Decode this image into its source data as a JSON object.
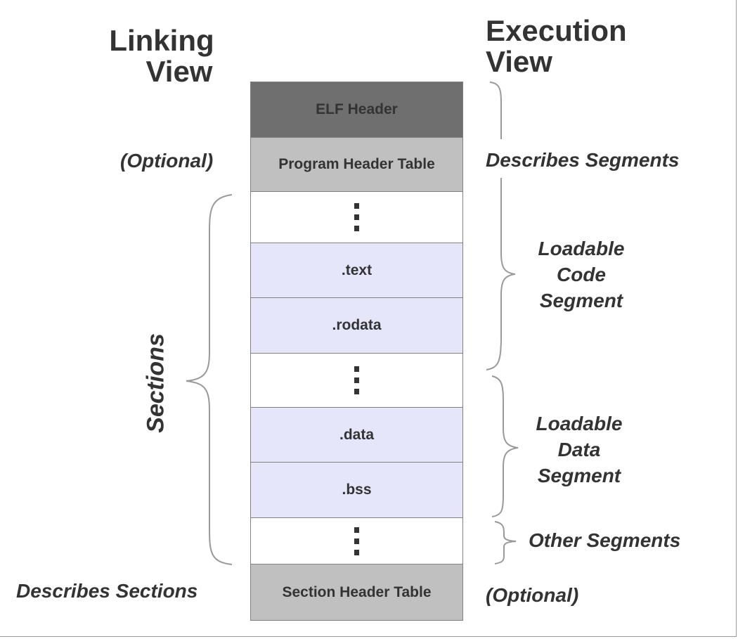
{
  "linking_view": {
    "title_line1": "Linking",
    "title_line2": "View",
    "optional_label": "(Optional)",
    "sections_label": "Sections",
    "describes_label": "Describes Sections"
  },
  "execution_view": {
    "title_line1": "Execution",
    "title_line2": "View",
    "describes_label": "Describes Segments",
    "code_segment": [
      "Loadable",
      "Code",
      "Segment"
    ],
    "data_segment": [
      "Loadable",
      "Data",
      "Segment"
    ],
    "other_segments": "Other Segments",
    "optional_label": "(Optional)"
  },
  "blocks": {
    "elf_header": "ELF Header",
    "program_header_table": "Program Header Table",
    "text": ".text",
    "rodata": ".rodata",
    "data": ".data",
    "bss": ".bss",
    "section_header_table": "Section Header Table"
  },
  "colors": {
    "elf_header": "#6f6f6f",
    "table": "#c0c0c0",
    "section": "#e6e6fa",
    "blank": "#ffffff",
    "text": "#333333",
    "brace": "#999999"
  }
}
